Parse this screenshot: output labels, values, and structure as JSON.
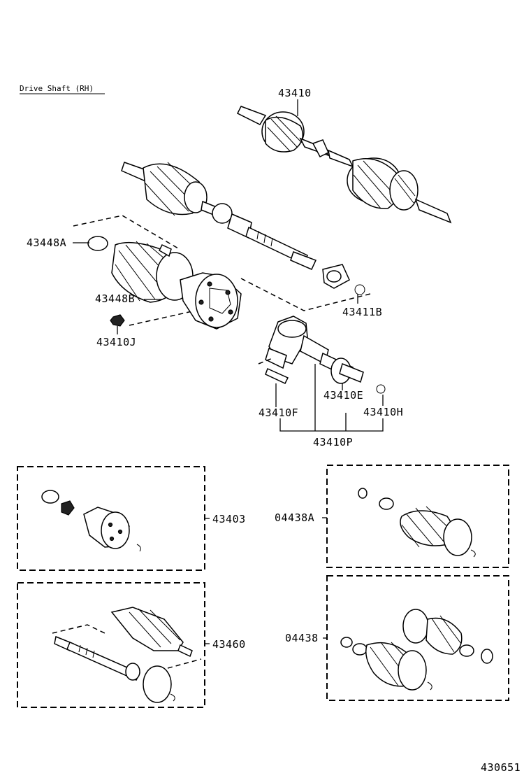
{
  "title": "Drive Shaft (RH)",
  "figure_id": "430651",
  "callouts": {
    "p43410": "43410",
    "p43448A": "43448A",
    "p43448B": "43448B",
    "p43410J": "43410J",
    "p43411B": "43411B",
    "p43410E": "43410E",
    "p43410F": "43410F",
    "p43410H": "43410H",
    "p43410P": "43410P",
    "p43403": "43403",
    "p04438A": "04438A",
    "p43460": "43460",
    "p04438": "04438"
  }
}
